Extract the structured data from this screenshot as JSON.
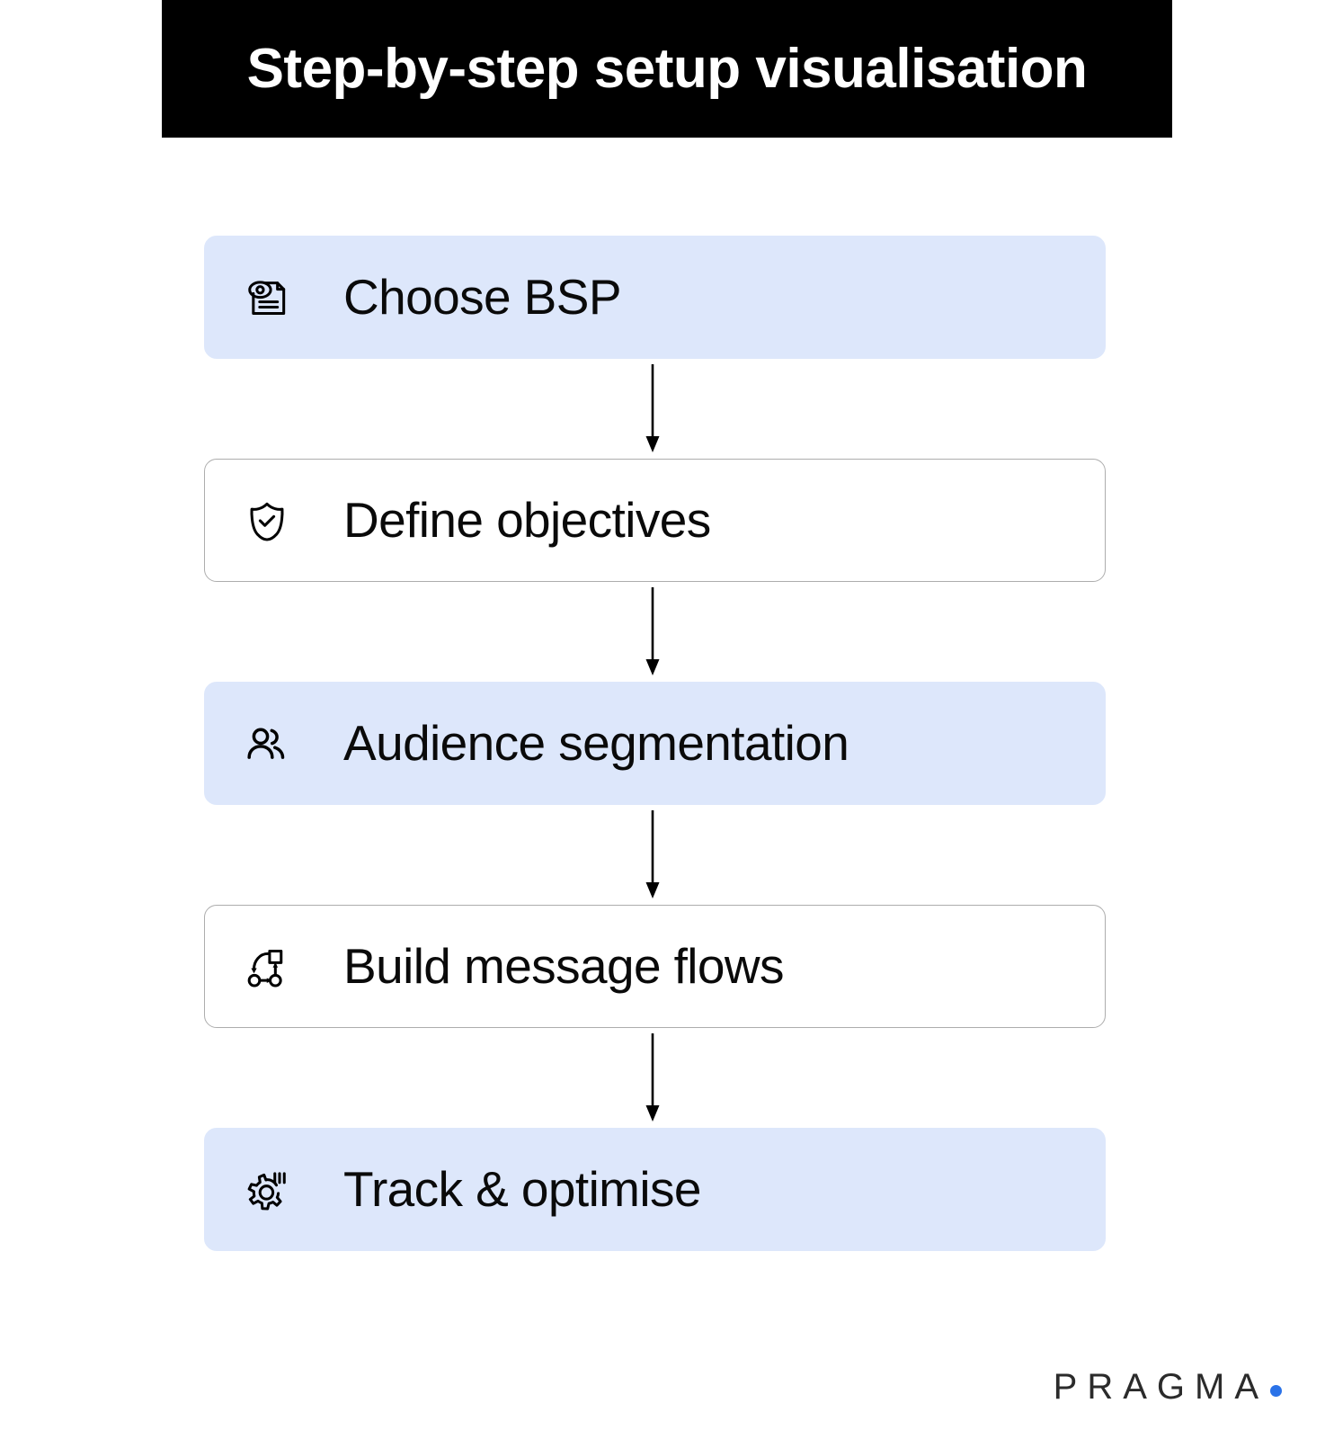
{
  "header": {
    "title": "Step-by-step setup visualisation",
    "background_color": "#000000",
    "text_color": "#FFFFFF"
  },
  "flow": {
    "connector_type": "down-arrow",
    "steps": [
      {
        "label": "Choose BSP",
        "icon": "document-preview-icon",
        "style": "filled",
        "fill_color": "#DDE7FB"
      },
      {
        "label": "Define objectives",
        "icon": "shield-check-icon",
        "style": "outline",
        "fill_color": "#FFFFFF"
      },
      {
        "label": "Audience segmentation",
        "icon": "users-group-icon",
        "style": "filled",
        "fill_color": "#DDE7FB"
      },
      {
        "label": "Build message flows",
        "icon": "workflow-nodes-icon",
        "style": "outline",
        "fill_color": "#FFFFFF"
      },
      {
        "label": "Track & optimise",
        "icon": "gear-settings-icon",
        "style": "filled",
        "fill_color": "#DDE7FB"
      }
    ]
  },
  "brand": {
    "name": "PRAGMA",
    "dot_color": "#2A72E8",
    "text_color": "#2B2B2B"
  }
}
